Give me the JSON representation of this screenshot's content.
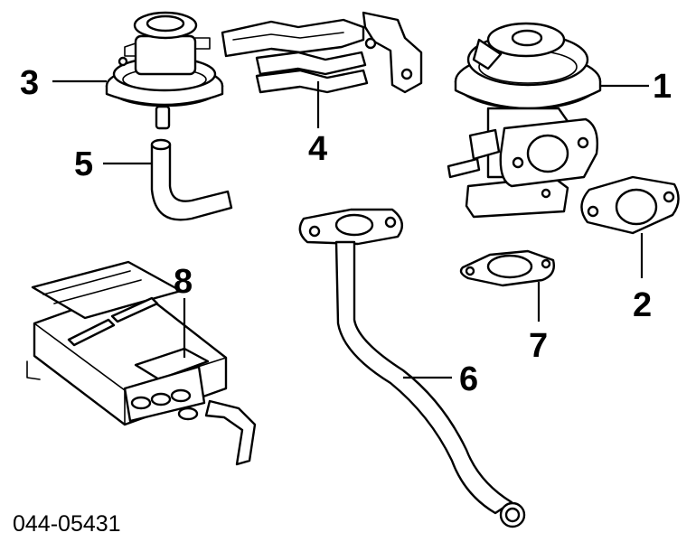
{
  "callouts": {
    "c1": "1",
    "c2": "2",
    "c3": "3",
    "c4": "4",
    "c5": "5",
    "c6": "6",
    "c7": "7",
    "c8": "8"
  },
  "catalog_number": "044-05431",
  "colors": {
    "line": "#000000",
    "background": "#ffffff"
  }
}
